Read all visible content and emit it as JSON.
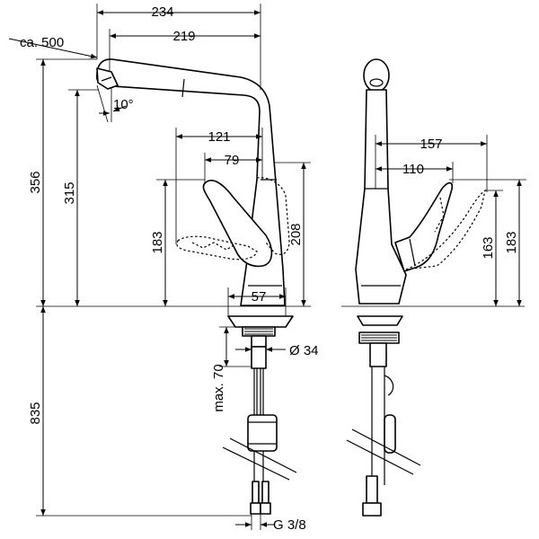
{
  "dimensions": {
    "width_total": "234",
    "width_spout": "219",
    "hose_length": "ca. 500",
    "spray_angle": "10°",
    "height_total": "356",
    "height_spout": "315",
    "handle_reach": "121",
    "handle_offset": "79",
    "handle_height": "183",
    "body_height": "208",
    "base_diameter": "57",
    "mount_diameter": "Ø 34",
    "max_thickness": "max. 70",
    "hose_depth": "835",
    "connection": "G 3/8",
    "side_reach_157": "157",
    "side_reach_110": "110",
    "side_height_163": "163",
    "side_height_183": "183"
  }
}
